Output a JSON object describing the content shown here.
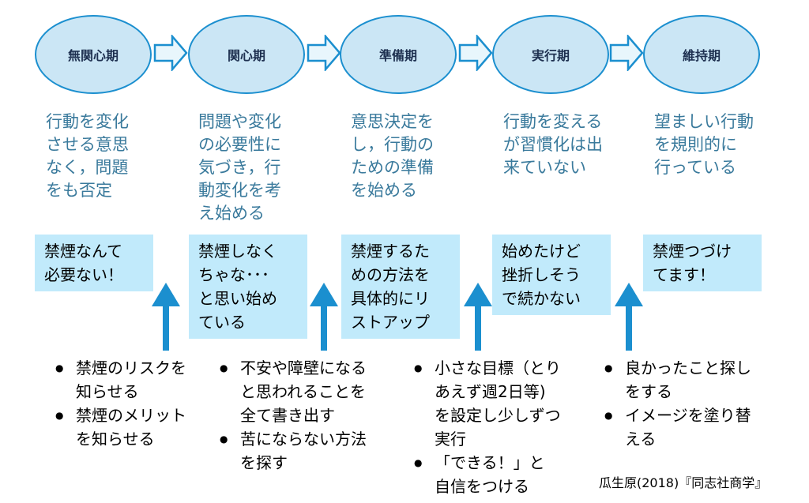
{
  "stages": [
    {
      "name": "無関心期",
      "desc": [
        "行動を変化",
        "させる意思",
        "なく，問題",
        "をも否定"
      ],
      "voice": [
        "禁煙なんて",
        "必要ない！"
      ],
      "support": [
        [
          "禁煙のリスクを",
          "知らせる"
        ],
        [
          "禁煙のメリット",
          "を知らせる"
        ]
      ]
    },
    {
      "name": "関心期",
      "desc": [
        "問題や変化",
        "の必要性に",
        "気づき，行",
        "動変化を考",
        "え始める"
      ],
      "voice": [
        "禁煙しなく",
        "ちゃな･･･",
        "と思い始め",
        "ている"
      ],
      "support": [
        [
          "不安や障壁になる",
          "と思われることを",
          "全て書き出す"
        ],
        [
          "苦にならない方法",
          "を探す"
        ]
      ]
    },
    {
      "name": "準備期",
      "desc": [
        "意思決定を",
        "し，行動の",
        "ための準備",
        "を始める"
      ],
      "voice": [
        "禁煙するた",
        "めの方法を",
        "具体的にリ",
        "ストアップ"
      ],
      "support": [
        [
          "小さな目標（とり",
          "あえず週2日等)",
          "を設定し少しずつ",
          "実行"
        ],
        [
          "「できる！」と",
          "自信をつける"
        ]
      ]
    },
    {
      "name": "実行期",
      "desc": [
        "行動を変える",
        "が習慣化は出",
        "来ていない"
      ],
      "voice": [
        "始めたけど",
        "挫折しそう",
        "で続かない"
      ],
      "support": []
    },
    {
      "name": "維持期",
      "desc": [
        "望ましい行動",
        "を規則的に",
        "行っている"
      ],
      "voice": [
        "禁煙つづけ",
        "てます！"
      ],
      "support": [
        [
          "良かったこと探し",
          "をする"
        ],
        [
          "イメージを塗り替",
          "える"
        ]
      ]
    }
  ],
  "citation": "瓜生原(2018)『同志社商学』",
  "colors": {
    "oval_fill": "#cbe6f5",
    "oval_stroke": "#1b8fcf",
    "desc_text": "#3a7a9c",
    "voice_box": "#c1eafb",
    "arrow": "#1b8fcf"
  }
}
